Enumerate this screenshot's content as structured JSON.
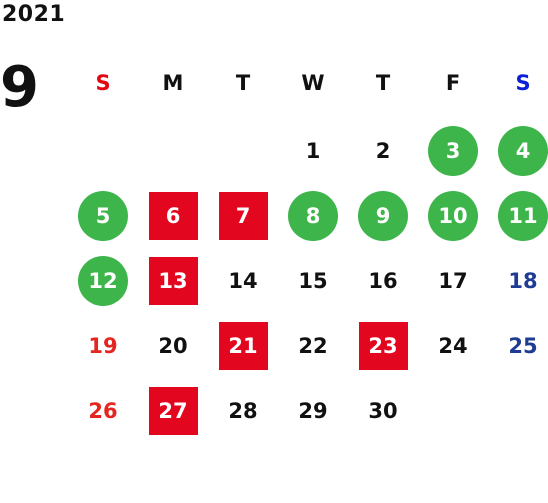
{
  "year": "2021",
  "month": "9",
  "colors": {
    "holiday_circle": "#3db54a",
    "closed_square": "#e3061f",
    "sunday_text": "#e3261f",
    "saturday_text": "#1f3c93",
    "header_sunday": "#e30613",
    "header_saturday": "#0a1fd6"
  },
  "weekdays": [
    "S",
    "M",
    "T",
    "W",
    "T",
    "F",
    "S"
  ],
  "weeks": [
    [
      {
        "day": "",
        "style": "empty"
      },
      {
        "day": "",
        "style": "empty"
      },
      {
        "day": "",
        "style": "empty"
      },
      {
        "day": "1",
        "style": "plain"
      },
      {
        "day": "2",
        "style": "plain"
      },
      {
        "day": "3",
        "style": "green"
      },
      {
        "day": "4",
        "style": "green"
      }
    ],
    [
      {
        "day": "5",
        "style": "green"
      },
      {
        "day": "6",
        "style": "red"
      },
      {
        "day": "7",
        "style": "red"
      },
      {
        "day": "8",
        "style": "green"
      },
      {
        "day": "9",
        "style": "green"
      },
      {
        "day": "10",
        "style": "green"
      },
      {
        "day": "11",
        "style": "green"
      }
    ],
    [
      {
        "day": "12",
        "style": "green"
      },
      {
        "day": "13",
        "style": "red"
      },
      {
        "day": "14",
        "style": "plain"
      },
      {
        "day": "15",
        "style": "plain"
      },
      {
        "day": "16",
        "style": "plain"
      },
      {
        "day": "17",
        "style": "plain"
      },
      {
        "day": "18",
        "style": "saturday"
      }
    ],
    [
      {
        "day": "19",
        "style": "sunday"
      },
      {
        "day": "20",
        "style": "plain"
      },
      {
        "day": "21",
        "style": "red"
      },
      {
        "day": "22",
        "style": "plain"
      },
      {
        "day": "23",
        "style": "red"
      },
      {
        "day": "24",
        "style": "plain"
      },
      {
        "day": "25",
        "style": "saturday"
      }
    ],
    [
      {
        "day": "26",
        "style": "sunday"
      },
      {
        "day": "27",
        "style": "red"
      },
      {
        "day": "28",
        "style": "plain"
      },
      {
        "day": "29",
        "style": "plain"
      },
      {
        "day": "30",
        "style": "plain"
      },
      {
        "day": "",
        "style": "empty"
      },
      {
        "day": "",
        "style": "empty"
      }
    ]
  ]
}
